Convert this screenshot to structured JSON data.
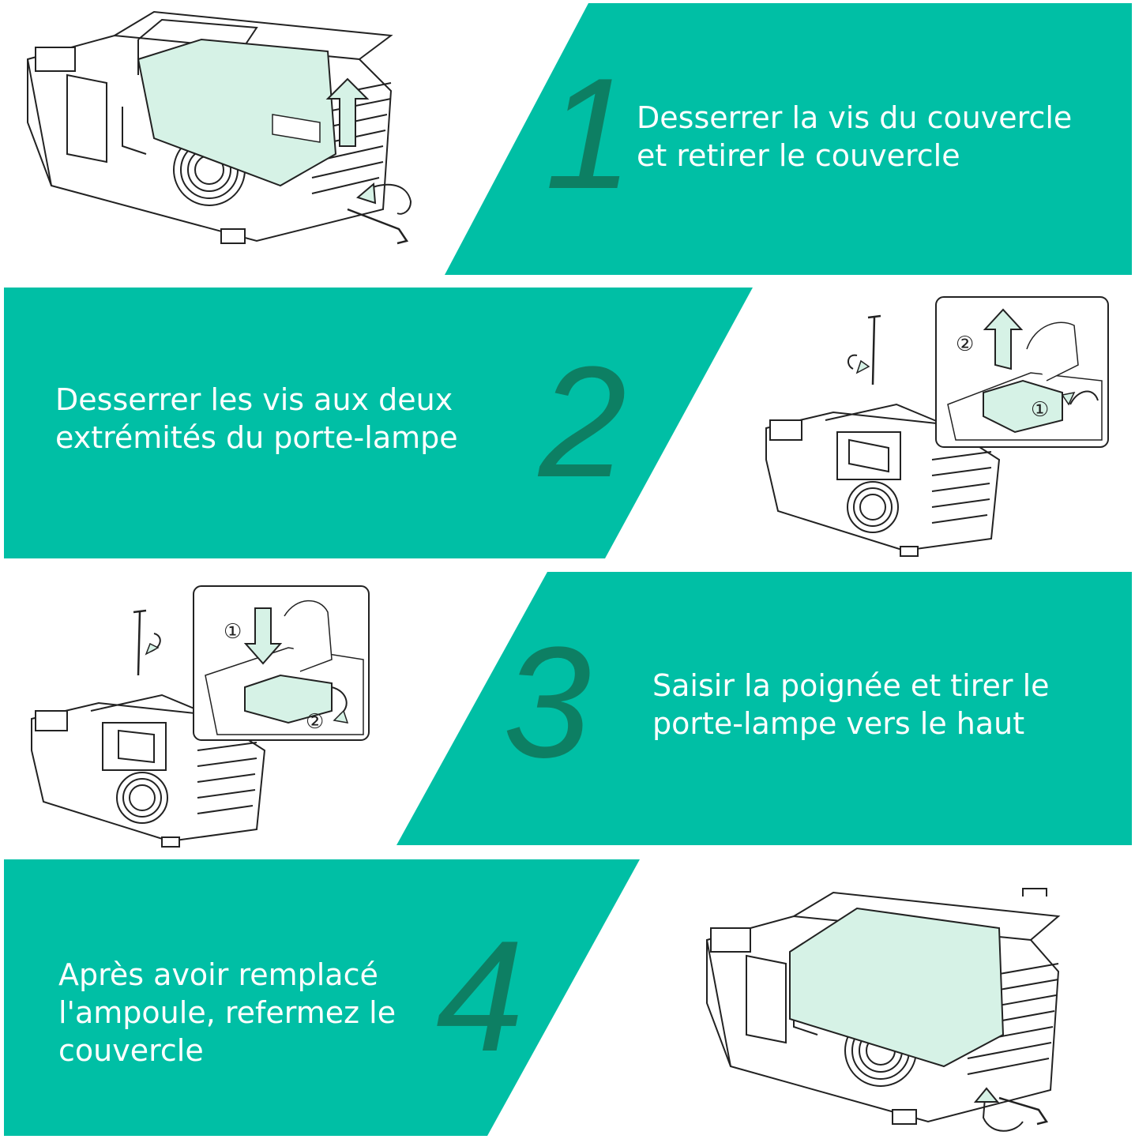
{
  "colors": {
    "band": "#00bfa5",
    "number": "#0d7f63",
    "text": "#ffffff",
    "illustration_fill": "#d6f2e6",
    "line": "#222222"
  },
  "steps": [
    {
      "number": "1",
      "lines": [
        "Desserrer la vis du couvercle",
        "et retirer le couvercle"
      ]
    },
    {
      "number": "2",
      "lines": [
        "Desserrer les vis aux deux",
        "extrémités du porte-lampe"
      ]
    },
    {
      "number": "3",
      "lines": [
        "Saisir la poignée et tirer le",
        "porte-lampe vers le haut"
      ]
    },
    {
      "number": "4",
      "lines": [
        "Après avoir remplacé",
        "l'ampoule, refermez le",
        "couvercle"
      ]
    }
  ],
  "callouts": {
    "one": "①",
    "two": "②"
  }
}
